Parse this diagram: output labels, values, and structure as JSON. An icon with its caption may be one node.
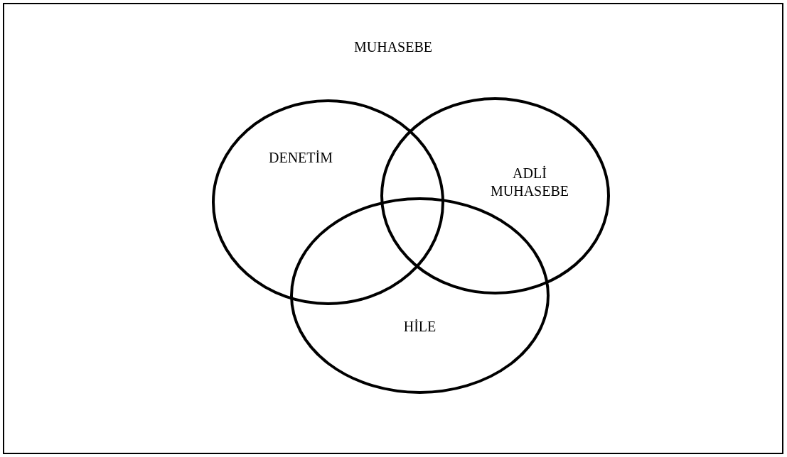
{
  "diagram": {
    "nodes": [
      {
        "text": [
          "MUHASEBE"
        ]
      },
      {
        "text": [
          "DENETİM"
        ],
        "in": 0
      },
      {
        "text": [
          "ADLİ MUHASEBE"
        ],
        "in": 0
      },
      {
        "text": [
          "HİLE"
        ],
        "in": 0
      }
    ]
  }
}
